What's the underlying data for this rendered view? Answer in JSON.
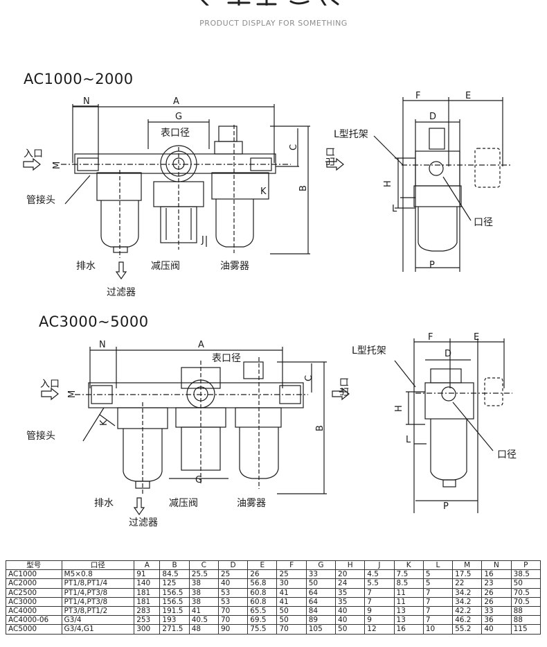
{
  "header": {
    "subtitle": "PRODUCT DISPLAY FOR SOMETHING"
  },
  "diagram1": {
    "model": "AC1000~2000",
    "labels": {
      "inlet": "入口",
      "outlet": "出口",
      "fitting": "管接头",
      "drain": "排水",
      "filter": "过滤器",
      "regulator": "减压阀",
      "lubricator": "油雾器",
      "gauge_port": "表口径",
      "bracket": "L型托架",
      "port": "口径"
    },
    "dims": {
      "A": "A",
      "B": "B",
      "C": "C",
      "D": "D",
      "E": "E",
      "F": "F",
      "G": "G",
      "H": "H",
      "J": "J",
      "K": "K",
      "L": "L",
      "M": "M",
      "N": "N",
      "P": "P"
    }
  },
  "diagram2": {
    "model": "AC3000~5000",
    "labels": {
      "inlet": "入口",
      "outlet": "出口",
      "fitting": "管接头",
      "drain": "排水",
      "filter": "过滤器",
      "regulator": "减压阀",
      "lubricator": "油雾器",
      "gauge_port": "表口径",
      "bracket": "L型托架",
      "port": "口径"
    },
    "dims": {
      "A": "A",
      "B": "B",
      "C": "C",
      "D": "D",
      "E": "E",
      "F": "F",
      "G": "G",
      "H": "H",
      "K": "K",
      "L": "L",
      "M": "M",
      "N": "N",
      "P": "P"
    }
  },
  "table": {
    "columns": [
      "型号",
      "口径",
      "A",
      "B",
      "C",
      "D",
      "E",
      "F",
      "G",
      "H",
      "J",
      "K",
      "L",
      "M",
      "N",
      "P"
    ],
    "rows": [
      [
        "AC1000",
        "M5×0.8",
        "91",
        "84.5",
        "25.5",
        "25",
        "26",
        "25",
        "33",
        "20",
        "4.5",
        "7.5",
        "5",
        "17.5",
        "16",
        "38.5"
      ],
      [
        "AC2000",
        "PT1/8,PT1/4",
        "140",
        "125",
        "38",
        "40",
        "56.8",
        "30",
        "50",
        "24",
        "5.5",
        "8.5",
        "5",
        "22",
        "23",
        "50"
      ],
      [
        "AC2500",
        "PT1/4,PT3/8",
        "181",
        "156.5",
        "38",
        "53",
        "60.8",
        "41",
        "64",
        "35",
        "7",
        "11",
        "7",
        "34.2",
        "26",
        "70.5"
      ],
      [
        "AC3000",
        "PT1/4,PT3/8",
        "181",
        "156.5",
        "38",
        "53",
        "60.8",
        "41",
        "64",
        "35",
        "7",
        "11",
        "7",
        "34.2",
        "26",
        "70.5"
      ],
      [
        "AC4000",
        "PT3/8,PT1/2",
        "283",
        "191.5",
        "41",
        "70",
        "65.5",
        "50",
        "84",
        "40",
        "9",
        "13",
        "7",
        "42.2",
        "33",
        "88"
      ],
      [
        "AC4000-06",
        "G3/4",
        "253",
        "193",
        "40.5",
        "70",
        "69.5",
        "50",
        "89",
        "40",
        "9",
        "13",
        "7",
        "46.2",
        "36",
        "88"
      ],
      [
        "AC5000",
        "G3/4,G1",
        "300",
        "271.5",
        "48",
        "90",
        "75.5",
        "70",
        "105",
        "50",
        "12",
        "16",
        "10",
        "55.2",
        "40",
        "115"
      ]
    ]
  }
}
